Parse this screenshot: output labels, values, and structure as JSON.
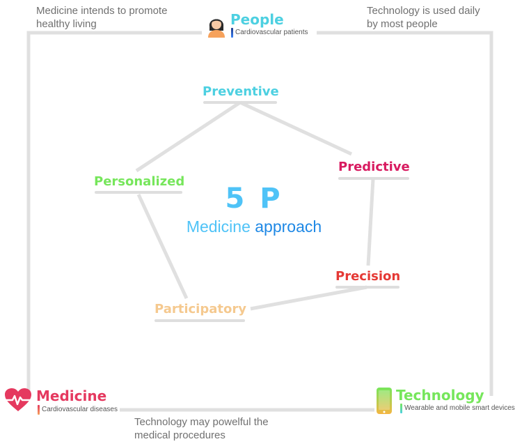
{
  "captions": {
    "top_left": "Medicine intends to promote\nhealthy living",
    "top_right": "Technology is used daily\nby most people",
    "bottom": "Technology may powelful the\nmedical procedures"
  },
  "corners": {
    "people": {
      "title": "People",
      "subtitle": "Cardiovascular patients",
      "icon": "person-icon",
      "color": "#4dd0e1"
    },
    "medicine": {
      "title": "Medicine",
      "subtitle": "Cardiovascular diseases",
      "icon": "heart-pulse-icon",
      "color": "#e5395f"
    },
    "technology": {
      "title": "Technology",
      "subtitle": "Wearable and mobile smart devices",
      "icon": "smartphone-icon",
      "color": "#76e65b"
    }
  },
  "center": {
    "big": "5 P",
    "word1": "Medicine",
    "word2": "approach"
  },
  "nodes": {
    "preventive": {
      "label": "Preventive",
      "color": "#4dd0e1"
    },
    "predictive": {
      "label": "Predictive",
      "color": "#d81b60"
    },
    "precision": {
      "label": "Precision",
      "color": "#e53935"
    },
    "participatory": {
      "label": "Participatory",
      "color": "#f5c98f"
    },
    "personalized": {
      "label": "Personalized",
      "color": "#76e65b"
    }
  }
}
